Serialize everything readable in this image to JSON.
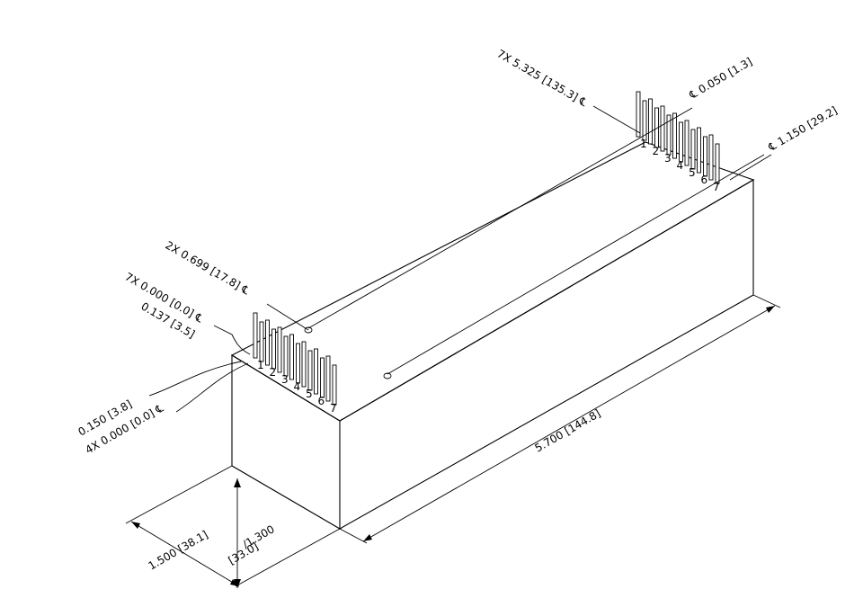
{
  "dimensions": {
    "length": "5.700 [144.8]",
    "width": "1.500 [38.1]",
    "height_top": "∕1.300",
    "height_bottom": "[33.0]",
    "pin_row_offset": "7X 5.325 [135.3] ℄",
    "pitch_right": "℄ 0.050 [1.3]",
    "row_spacing": "℄ 1.150 [29.2]",
    "standoff": "2X 0.699 [17.8] ℄",
    "pin_origin": "7X 0.000 [0.0] ℄",
    "pin_offset": "0.137 [3.5]",
    "edge_offset": "0.150 [3.8]",
    "origin_4x": "4X 0.000 [0.0] ℄"
  },
  "pin_numbers": {
    "front": [
      "1",
      "2",
      "3",
      "4",
      "5",
      "6",
      "7"
    ],
    "back": [
      "1",
      "2",
      "3",
      "4",
      "5",
      "6",
      "7"
    ]
  },
  "colors": {
    "line": "#000000",
    "background": "#ffffff"
  }
}
